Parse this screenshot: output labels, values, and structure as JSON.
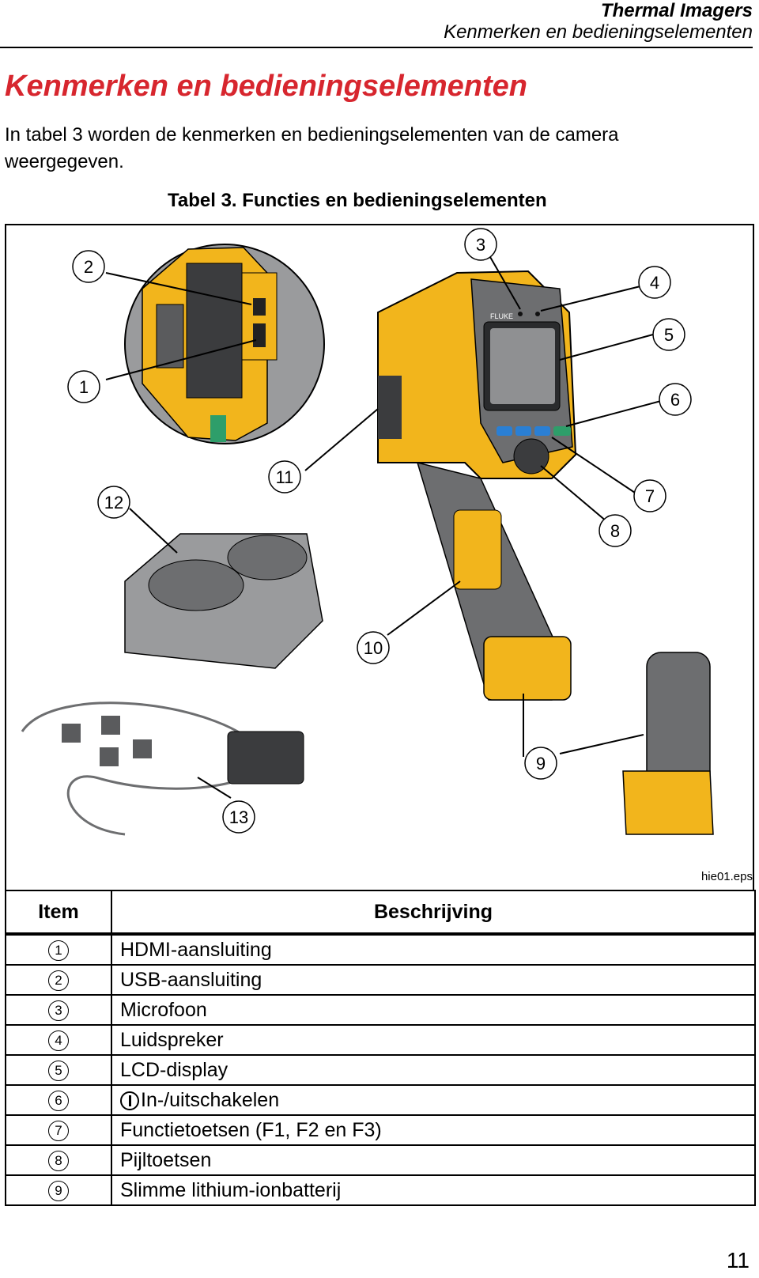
{
  "header": {
    "title": "Thermal Imagers",
    "subtitle": "Kenmerken en bedieningselementen"
  },
  "section_title": "Kenmerken en bedieningselementen",
  "intro": "In tabel 3 worden de kenmerken en bedieningselementen van de camera weergegeven.",
  "table_caption": "Tabel 3. Functies en bedieningselementen",
  "figure": {
    "file_label": "hie01.eps",
    "brand_text": "FLUKE",
    "callouts": [
      "1",
      "2",
      "3",
      "4",
      "5",
      "6",
      "7",
      "8",
      "9",
      "10",
      "11",
      "12",
      "13"
    ]
  },
  "table": {
    "headers": {
      "item": "Item",
      "desc": "Beschrijving"
    },
    "rows": [
      {
        "num": "1",
        "desc": "HDMI-aansluiting"
      },
      {
        "num": "2",
        "desc": "USB-aansluiting"
      },
      {
        "num": "3",
        "desc": "Microfoon"
      },
      {
        "num": "4",
        "desc": "Luidspreker"
      },
      {
        "num": "5",
        "desc": "LCD-display"
      },
      {
        "num": "6",
        "desc": "In-/uitschakelen",
        "icon": "power-icon"
      },
      {
        "num": "7",
        "desc": "Functietoetsen (F1, F2 en F3)"
      },
      {
        "num": "8",
        "desc": "Pijltoetsen"
      },
      {
        "num": "9",
        "desc": "Slimme lithium-ionbatterij"
      }
    ]
  },
  "page_number": "11",
  "colors": {
    "accent": "#d7262e",
    "fluke_yellow": "#f2b51c",
    "body_gray": "#6d6e70"
  }
}
